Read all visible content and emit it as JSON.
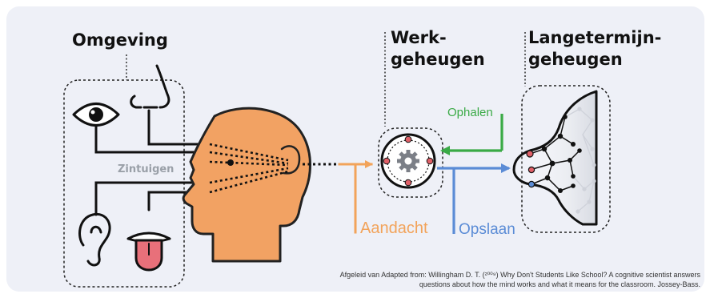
{
  "labels": {
    "environment": "Omgeving",
    "working_memory_line1": "Werk-",
    "working_memory_line2": "geheugen",
    "long_term_line1": "Langetermijn-",
    "long_term_line2": "geheugen",
    "senses": "Zintuigen",
    "attention": "Aandacht",
    "retrieve": "Ophalen",
    "store": "Opslaan"
  },
  "citation": {
    "line1": "Afgeleid van Adapted from: Willingham D. T. (²⁰⁰⁹) Why Don't Students Like School? A cognitive scientist answers",
    "line2": "questions about how the mind works and what it means for the classroom. Jossey-Bass."
  },
  "icons": [
    "eye-icon",
    "nose-icon",
    "ear-icon",
    "tongue-icon",
    "head-icon",
    "gear-icon",
    "neuron-network-icon"
  ],
  "colors": {
    "panel_bg": "#eef0f7",
    "head": "#f2a263",
    "attention": "#f2a35a",
    "retrieve": "#3aaa46",
    "store": "#5b8cd6",
    "tongue": "#e8707a",
    "outline": "#222222"
  }
}
